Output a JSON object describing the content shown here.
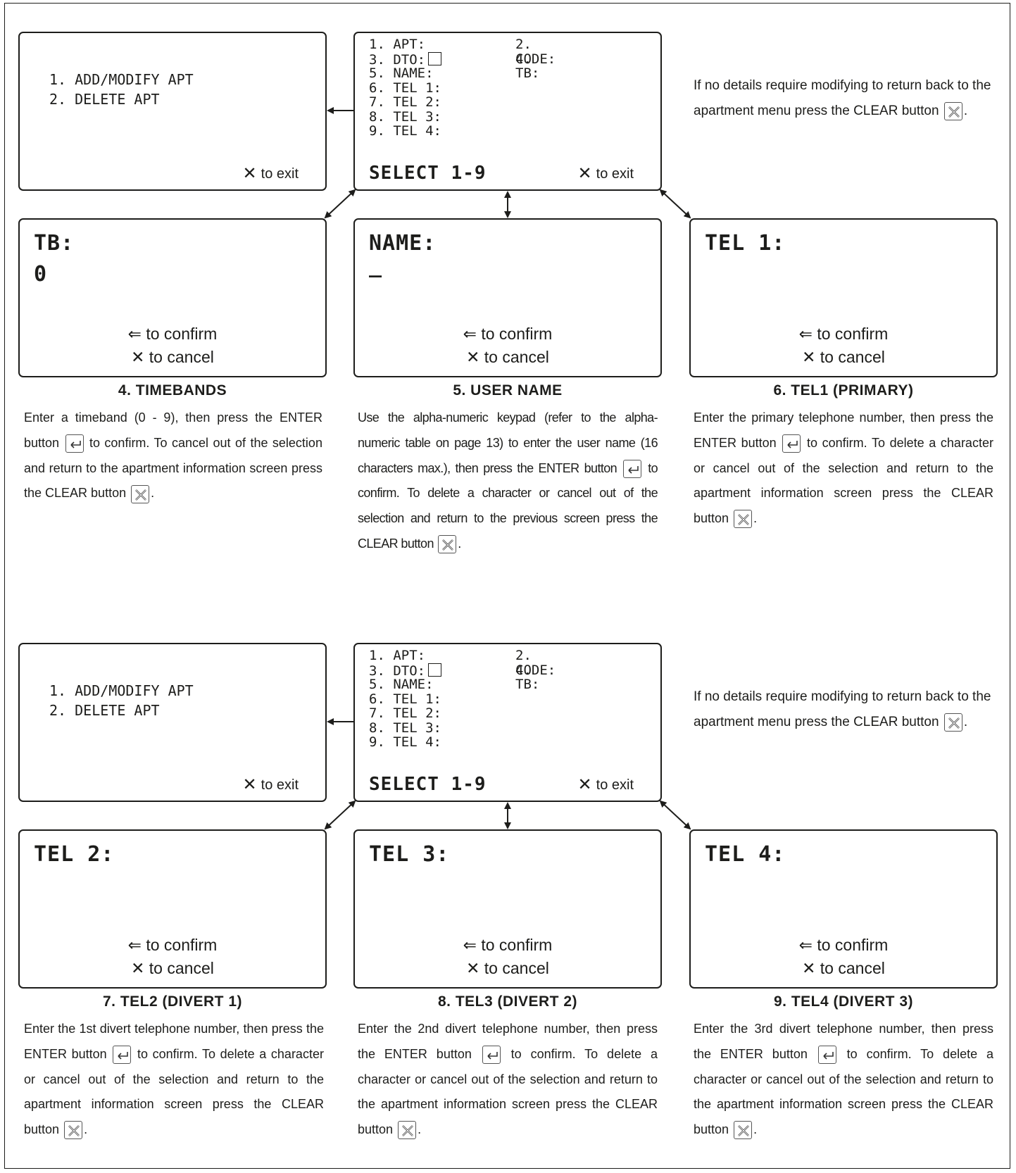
{
  "menu_screen": {
    "lines": "1. ADD/MODIFY APT\n2. DELETE APT",
    "exit": "to exit"
  },
  "info_screen": {
    "rows": [
      {
        "c1": "1. APT:",
        "c2": "2. CODE:"
      },
      {
        "c1": "3. DTO:",
        "c2": "4. TB:"
      },
      {
        "c1": "5. NAME:",
        "c2": ""
      },
      {
        "c1": "6. TEL 1:",
        "c2": ""
      },
      {
        "c1": "7. TEL 2:",
        "c2": ""
      },
      {
        "c1": "8. TEL 3:",
        "c2": ""
      },
      {
        "c1": "9. TEL 4:",
        "c2": ""
      }
    ],
    "select": "SELECT 1-9",
    "exit": "to exit"
  },
  "confirm_label": "to confirm",
  "cancel_label": "to cancel",
  "top_section": {
    "side_note": {
      "before": "If no details require modifying to return back to the apartment menu press the CLEAR button",
      "after": "."
    },
    "screens": [
      {
        "title": "TB:",
        "value": "0",
        "caption": "4. TIMEBANDS",
        "text_before": "Enter a timeband (0 - 9), then press the ENTER button",
        "text_mid": "to confirm. To cancel out of the selection and return to the apartment information screen press the CLEAR button",
        "text_after": "."
      },
      {
        "title": "NAME:",
        "value": "_",
        "caption": "5. USER NAME",
        "text_before": "Use the alpha-numeric keypad (refer to the alpha-numeric table on page 13) to enter the user name (16 characters max.), then press the ENTER button",
        "text_mid": "to confirm. To delete a character or cancel out of the selection and return to the previous screen press the CLEAR button",
        "text_after": "."
      },
      {
        "title": "TEL 1:",
        "value": "",
        "caption": "6. TEL1 (PRIMARY)",
        "text_before": "Enter the primary telephone number, then press the ENTER button",
        "text_mid": "to confirm. To delete a character or cancel out of the selection and return to the apartment information screen press the CLEAR button",
        "text_after": "."
      }
    ]
  },
  "bottom_section": {
    "side_note": {
      "before": "If no details require modifying to return back to the apartment menu press the CLEAR button",
      "after": "."
    },
    "screens": [
      {
        "title": "TEL 2:",
        "value": "",
        "caption": "7. TEL2 (DIVERT 1)",
        "text_before": "Enter the 1st divert telephone number, then press the ENTER button",
        "text_mid": "to confirm. To delete a character or cancel out of the selection and return to the apartment information screen press the CLEAR button",
        "text_after": "."
      },
      {
        "title": "TEL 3:",
        "value": "",
        "caption": "8. TEL3 (DIVERT 2)",
        "text_before": "Enter the 2nd divert telephone number, then press the ENTER button",
        "text_mid": "to confirm. To delete a character or cancel out of the selection and return to the apartment information screen press the CLEAR button",
        "text_after": "."
      },
      {
        "title": "TEL 4:",
        "value": "",
        "caption": "9. TEL4 (DIVERT 3)",
        "text_before": "Enter the 3rd divert telephone number, then press the ENTER button",
        "text_mid": "to confirm. To delete a character or cancel out of the selection and return to the apartment information screen press the CLEAR button",
        "text_after": "."
      }
    ]
  }
}
